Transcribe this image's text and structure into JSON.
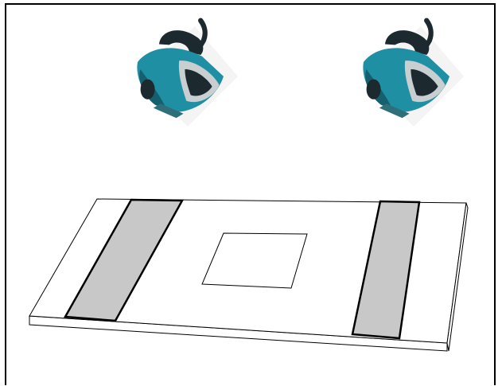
{
  "figure": {
    "colors": {
      "frame": "#000000",
      "board_fill": "#ffffff",
      "board_edge": "#000000",
      "planed_strip_fill": "#c8c8c8",
      "planer_body": "#1f8fa3",
      "planer_dark": "#1c2a30",
      "planer_silver": "#c9ced1"
    },
    "planers": [
      {
        "name": "planer-left",
        "icon": "power-planer-icon"
      },
      {
        "name": "planer-right",
        "icon": "power-planer-icon"
      }
    ],
    "board": {
      "strips": [
        "planed-strip-left",
        "planed-strip-right"
      ],
      "center_marking": "square-outline"
    }
  }
}
